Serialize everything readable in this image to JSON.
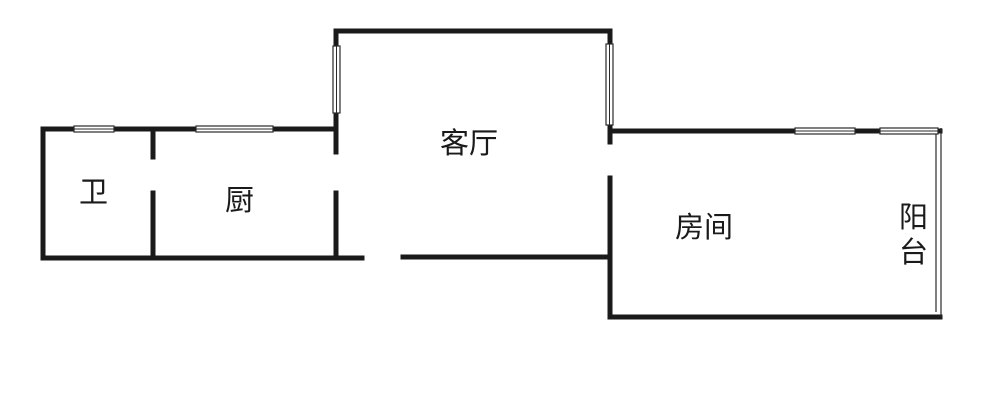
{
  "rooms": {
    "bathroom": "卫",
    "kitchen": "厨",
    "living_room": "客厅",
    "bedroom": "房间",
    "balcony_top": "阳",
    "balcony_bottom": "台"
  },
  "colors": {
    "wall": "#1a1a1a",
    "background": "#ffffff"
  }
}
